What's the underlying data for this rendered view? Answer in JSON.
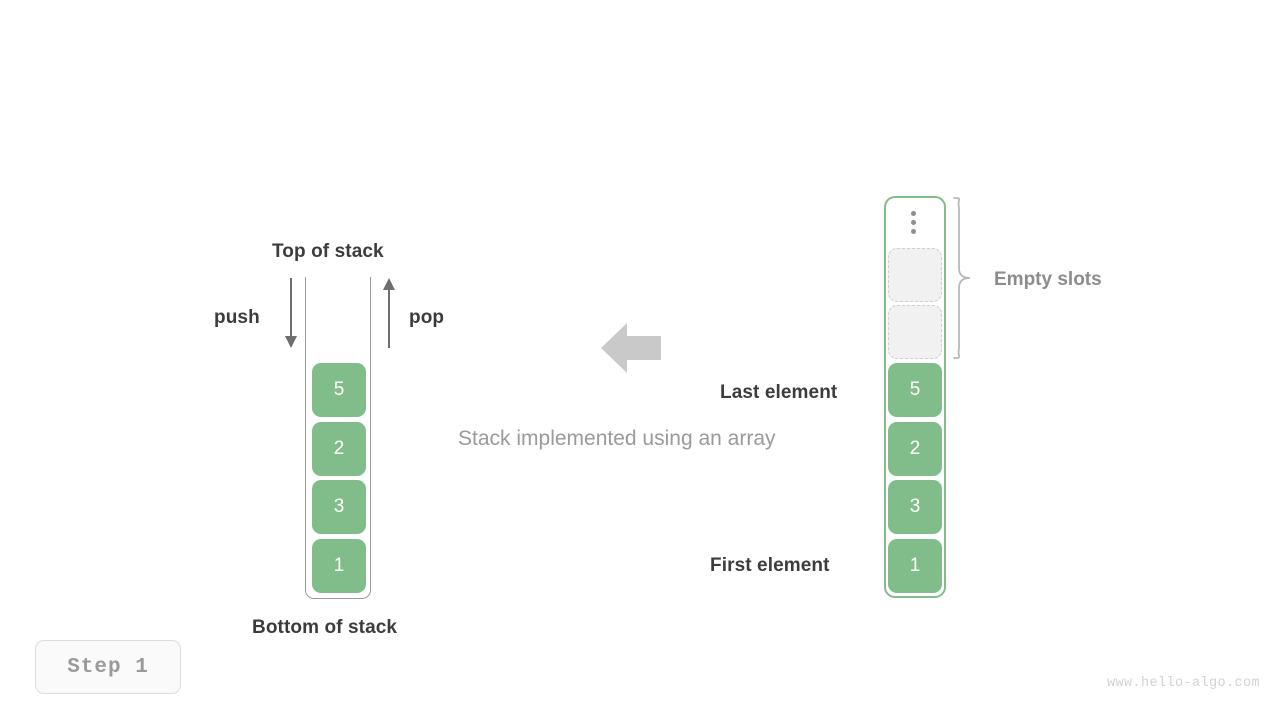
{
  "figure": {
    "caption": "Stack implemented using an array",
    "step_badge": "Step 1",
    "watermark": "www.hello-algo.com",
    "accent_color": "#81bd8b",
    "text_color": "#3c3c3c",
    "muted_color": "#9a9a9a"
  },
  "left_stack": {
    "top_label": "Top of stack",
    "bottom_label": "Bottom of stack",
    "push_label": "push",
    "pop_label": "pop",
    "values": [
      "5",
      "2",
      "3",
      "1"
    ]
  },
  "transform": {
    "arrow_icon": "arrow-left-icon",
    "arrow_color": "#c9c9c9"
  },
  "right_array": {
    "empty_slots_label": "Empty slots",
    "last_element_label": "Last element",
    "first_element_label": "First element",
    "overflow_icon": "vertical-ellipsis-icon",
    "empty_slot_count": 2,
    "values": [
      "5",
      "2",
      "3",
      "1"
    ]
  }
}
